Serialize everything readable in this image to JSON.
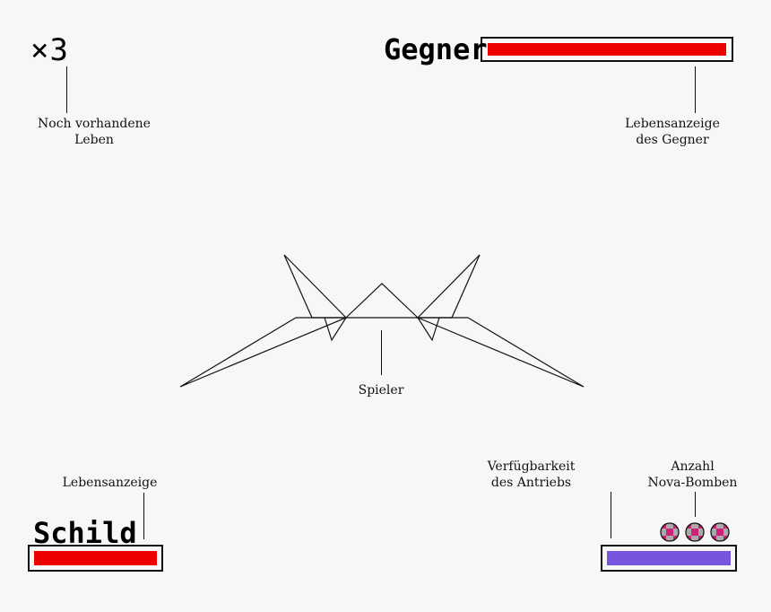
{
  "lives": {
    "count": "×3",
    "label_line1": "Noch vorhandene",
    "label_line2": "Leben"
  },
  "enemy": {
    "title": "Gegner",
    "label_line1": "Lebensanzeige",
    "label_line2": "des Gegner",
    "health_fraction": 1.0,
    "color": "#ee0000"
  },
  "player": {
    "label": "Spieler"
  },
  "shield": {
    "title": "Schild",
    "label": "Lebensanzeige",
    "health_fraction": 1.0,
    "color": "#ee0000"
  },
  "boost": {
    "label_line1": "Verfügbarkeit",
    "label_line2": "des Antriebs",
    "fraction": 1.0,
    "color": "#7755dd"
  },
  "bombs": {
    "label_line1": "Anzahl",
    "label_line2": "Nova-Bomben",
    "count": 3,
    "color_primary": "#cc2277",
    "color_secondary": "#aaaaaa"
  }
}
